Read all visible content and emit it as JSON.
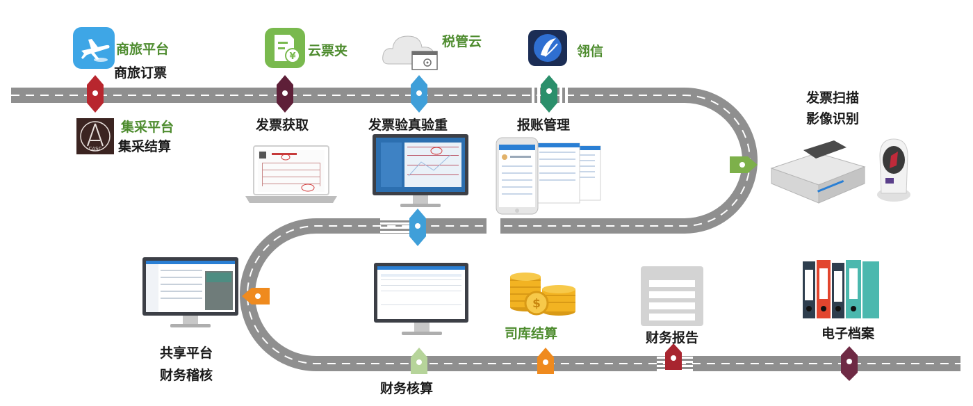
{
  "colors": {
    "road": "#8f8f8f",
    "road_dash": "#ffffff",
    "green_text": "#4e8c2f",
    "marker_red": "#b8262e",
    "marker_maroon": "#5e1f38",
    "marker_blue": "#3f9fd9",
    "marker_teal": "#2b8f6b",
    "marker_green": "#7db04a",
    "marker_orange": "#ef8a1e",
    "marker_lightgreen": "#b6d49a",
    "marker_darkred": "#a8252f",
    "marker_plum": "#6e2a44"
  },
  "nodes": {
    "shanglv": {
      "title": "商旅平台",
      "subtitle": "商旅订票",
      "icon": "airplane-icon"
    },
    "jicai": {
      "title": "集采平台",
      "subtitle": "集采结算",
      "icon": "casc-logo-icon",
      "logo_text": "CASC"
    },
    "yunpiaojia": {
      "title": "云票夹",
      "icon": "receipt-yen-icon"
    },
    "fapiao_huoqu": {
      "title": "发票获取",
      "icon": "laptop-invoice-icon"
    },
    "shuiguanyun": {
      "title": "税管云",
      "icon": "cloud-settings-icon"
    },
    "yanzhen": {
      "title": "发票验真验重",
      "icon": "monitor-invoice-icon"
    },
    "lingxin": {
      "title": "翎信",
      "icon": "lingxin-app-icon"
    },
    "baozhang": {
      "title": "报账管理",
      "icon": "mobile-app-icon"
    },
    "saomiao": {
      "title_line1": "发票扫描",
      "title_line2": "影像识别",
      "icon": "scanner-icon"
    },
    "gongxiang": {
      "title_line1": "共享平台",
      "title_line2": "财务稽核",
      "icon": "monitor-sharing-icon"
    },
    "hesuan": {
      "title": "财务核算",
      "icon": "monitor-accounting-icon"
    },
    "siku": {
      "title": "司库结算",
      "icon": "coins-icon"
    },
    "baogao": {
      "title": "财务报告",
      "icon": "report-icon"
    },
    "dangan": {
      "title": "电子档案",
      "icon": "binders-icon"
    }
  }
}
